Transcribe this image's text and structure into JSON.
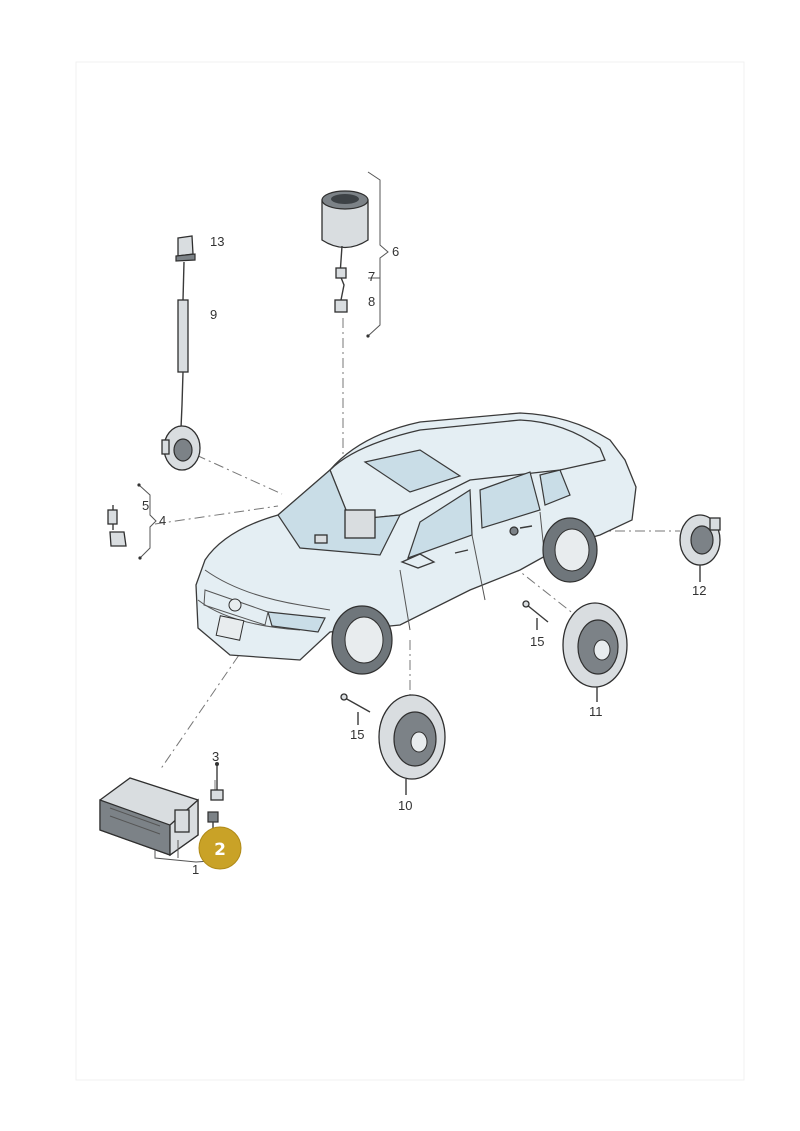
{
  "callouts": {
    "c1": "1",
    "c3": "3",
    "c4": "4",
    "c5": "5",
    "c6": "6",
    "c7": "7",
    "c8": "8",
    "c9": "9",
    "c10": "10",
    "c11": "11",
    "c12": "12",
    "c13": "13",
    "c15a": "15",
    "c15b": "15"
  },
  "highlight": {
    "label": "2",
    "color": "#c9a227"
  },
  "colors": {
    "car_body": "#e4eef3",
    "glass": "#c9dde7",
    "linework": "#3a3a3a"
  }
}
